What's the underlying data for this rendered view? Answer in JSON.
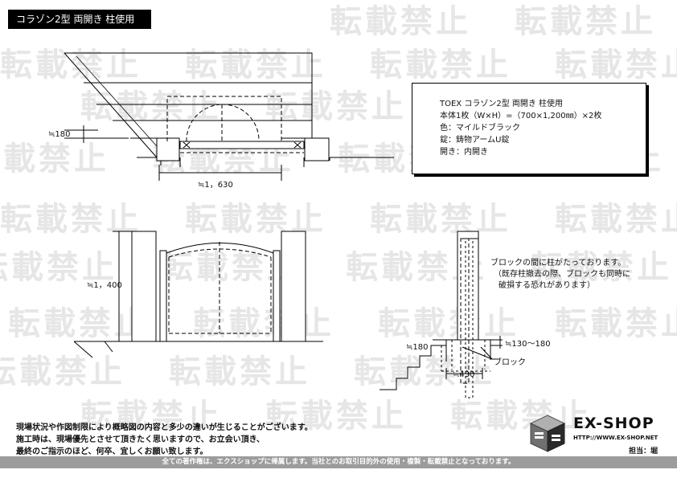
{
  "title": "コラゾン2型 両開き 柱使用",
  "watermark": "転載禁止",
  "spec": {
    "line1": "TOEX コラゾン2型 両開き 柱使用",
    "line2": "本体1枚（W×H）=（700×1,200㎜）×2枚",
    "line3": "色：マイルドブラック",
    "line4": "錠：鋳物アームU錠",
    "line5": "開き：内開き"
  },
  "dims": {
    "plan_depth": "≒180",
    "plan_width": "≒1，630",
    "front_height": "≒1，400",
    "side_step": "≒180",
    "side_post": "≒130〜180",
    "side_width": "≒430"
  },
  "notes": {
    "block_line1": "ブロックの間に柱がたっております。",
    "block_line2": "（既存柱撤去の際、ブロックも同時に",
    "block_line3": "破損する恐れがあります）",
    "block_label": "ブロック"
  },
  "footer_notes": [
    "現場状況や作図制限により概略図の内容と多少の違いが生じることがございます。",
    "施工時は、現場優先とさせて頂きたく思いますので、お立会い頂き、",
    "最終のご指示のほど、何卒、宜しくお願い致します。"
  ],
  "footer_bar": "全ての著作権は、エクスショップに帰属します。当社とのお取引目的外の使用・複製・転載禁止となっております。",
  "logo": {
    "name": "EX-SHOP",
    "url": "HTTP://WWW.EX-SHOP.NET",
    "staff": "担当：堀"
  }
}
